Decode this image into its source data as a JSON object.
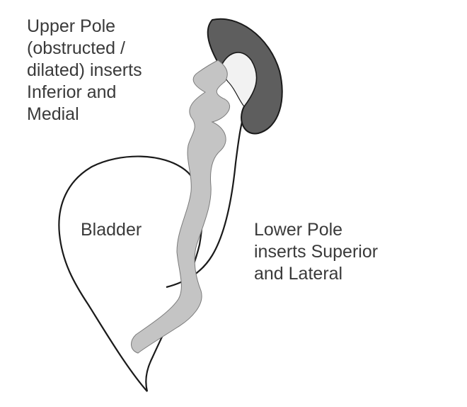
{
  "labels": {
    "upper_pole": "Upper Pole\n(obstructed /\ndilated) inserts\nInferior and\nMedial",
    "bladder": "Bladder",
    "lower_pole": "Lower Pole\ninserts Superior\nand Lateral"
  },
  "colors": {
    "outline": "#1a1a1a",
    "upper_pole_fill": "#5e5e5e",
    "ureter_fill": "#c4c4c4",
    "upper_pole_inner": "#f2f2f2",
    "text": "#3a3a3a"
  }
}
